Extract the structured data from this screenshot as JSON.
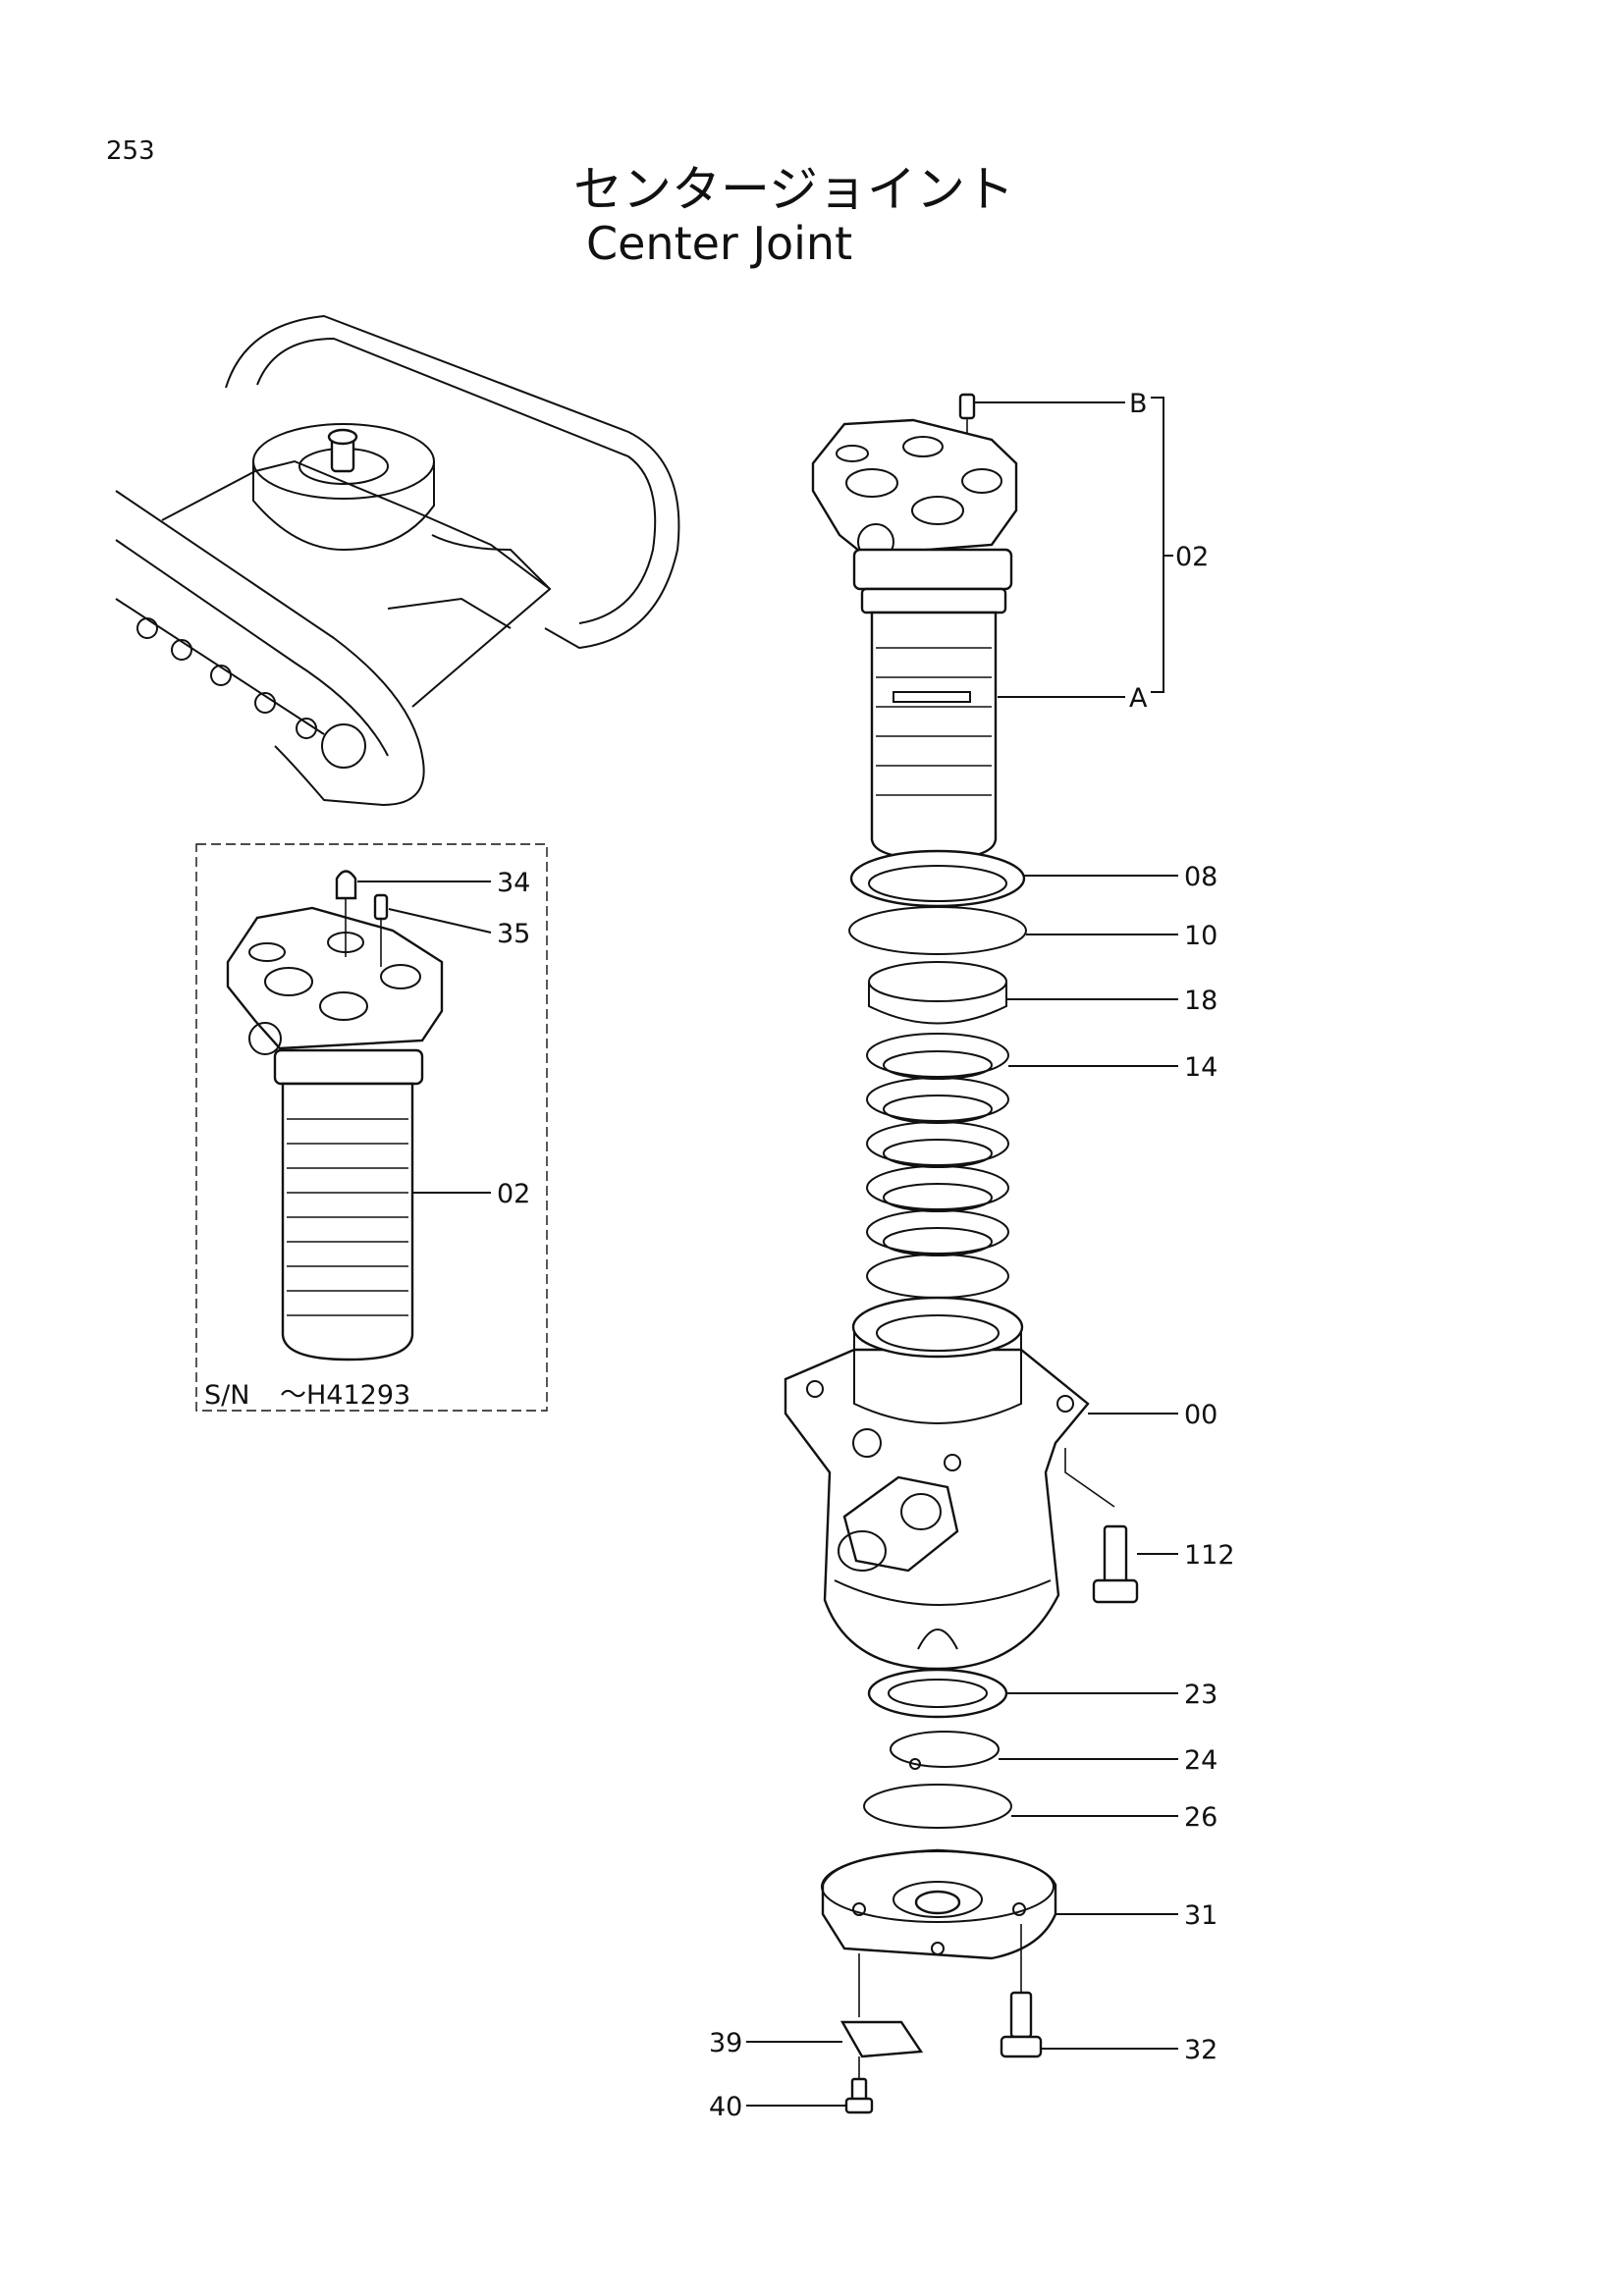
{
  "page": {
    "number": "253",
    "title_jp": "センタージョイント",
    "title_en": "Center Joint"
  },
  "inset": {
    "serial_prefix": "S/N",
    "serial_range": "～H41293",
    "callouts": [
      "34",
      "35",
      "02"
    ]
  },
  "main": {
    "assembly_label": "02",
    "assembly_top_ref": "B",
    "assembly_bottom_ref": "A",
    "callouts": [
      "08",
      "10",
      "18",
      "14",
      "00",
      "112",
      "23",
      "24",
      "26",
      "31",
      "32",
      "39",
      "40"
    ]
  }
}
